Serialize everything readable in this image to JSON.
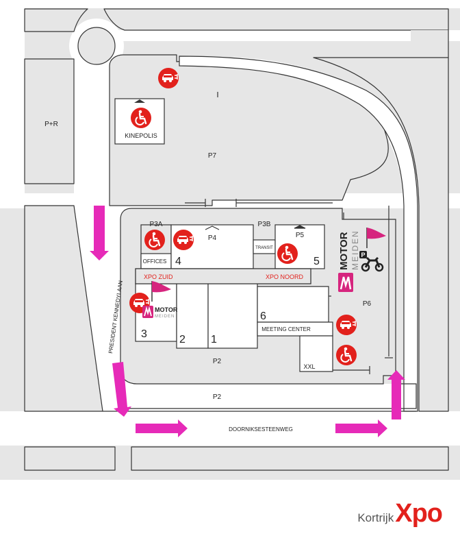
{
  "parking": {
    "p_plus_r": "P+R",
    "p7": "P7",
    "p3a": "P3A",
    "p3b": "P3B",
    "p4": "P4",
    "p5": "P5",
    "p6": "P6",
    "p2_inner": "P2",
    "p2_outer": "P2"
  },
  "buildings": {
    "kinepolis": "KINEPOLIS",
    "offices": "OFFICES",
    "transit": "TRANSIT",
    "meeting_center": "MEETING CENTER",
    "xxl": "XXL",
    "hall_1": "1",
    "hall_2": "2",
    "hall_3": "3",
    "hall_4": "4",
    "hall_5": "5",
    "hall_6": "6"
  },
  "entrances": {
    "zuid": "XPO ZUID",
    "noord": "XPO NOORD"
  },
  "streets": {
    "kennedylaan": "PRESIDENT KENNEDYLAAN",
    "doorniksesteenweg": "DOORNIKSESTEENWEG"
  },
  "motor_meiden": {
    "motor": "MOTOR",
    "meiden": "MEIDEN"
  },
  "motorcycle_parking": {
    "badge": "P"
  },
  "logo": {
    "kortrijk": "Kortrijk",
    "xpo": "Xpo"
  },
  "colors": {
    "map_gray": "#e6e6e6",
    "outline": "#333333",
    "route_arrow": "#e62ab8",
    "icon_red": "#e2211c",
    "flag_pink": "#d6257e"
  },
  "icons": [
    "ev-charging-icon",
    "wheelchair-accessible-icon",
    "motorcycle-icon",
    "flag-icon",
    "route-arrow"
  ]
}
